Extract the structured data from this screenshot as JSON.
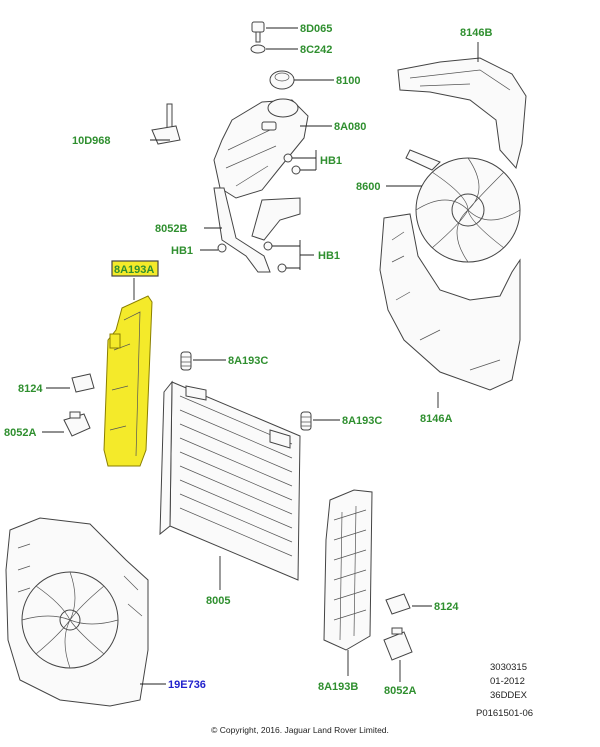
{
  "labels": {
    "p8D065": "8D065",
    "p8C242": "8C242",
    "p8100": "8100",
    "p8A080": "8A080",
    "p10D968": "10D968",
    "pHB1_upper": "HB1",
    "p8052B": "8052B",
    "pHB1_lower": "HB1",
    "p8A193A": "8A193A",
    "p8146B": "8146B",
    "p8600": "8600",
    "p8146A": "8146A",
    "p8124_left": "8124",
    "p8052A_left": "8052A",
    "p8A193C_upper": "8A193C",
    "p8A193C_lower": "8A193C",
    "p8005": "8005",
    "p8124_right": "8124",
    "p19E736": "19E736",
    "p8A193B": "8A193B",
    "p8052A_right": "8052A"
  },
  "meta": {
    "line1": "3030315",
    "line2": "01-2012",
    "line3": "36DDEX",
    "line4": "P0161501-06"
  },
  "copyright": "© Copyright, 2016. Jaguar Land Rover Limited.",
  "colors": {
    "label_green": "#2f8f2f",
    "label_blue": "#2222cc",
    "highlight_yellow": "#f4ea2a"
  }
}
